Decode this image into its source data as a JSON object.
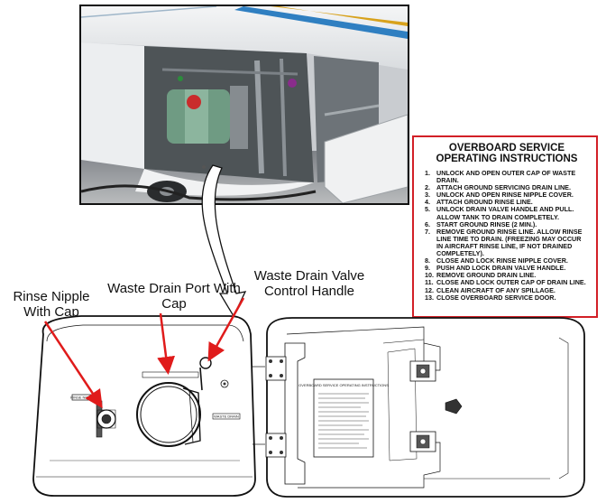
{
  "callouts": {
    "rinse_nipple": "Rinse Nipple With Cap",
    "waste_drain_port": "Waste Drain Port With Cap",
    "waste_drain_valve": "Waste Drain Valve Control Handle"
  },
  "instructions": {
    "title_line1": "OVERBOARD SERVICE",
    "title_line2": "OPERATING INSTRUCTIONS",
    "steps": [
      {
        "num": "1.",
        "text": "UNLOCK AND OPEN OUTER CAP OF WASTE DRAIN."
      },
      {
        "num": "2.",
        "text": "ATTACH GROUND SERVICING DRAIN LINE."
      },
      {
        "num": "3.",
        "text": "UNLOCK AND OPEN RINSE NIPPLE COVER."
      },
      {
        "num": "4.",
        "text": "ATTACH GROUND RINSE LINE."
      },
      {
        "num": "5.",
        "text": "UNLOCK DRAIN VALVE HANDLE AND PULL. ALLOW TANK TO DRAIN COMPLETELY."
      },
      {
        "num": "6.",
        "text": "START GROUND RINSE (2 MIN.)."
      },
      {
        "num": "7.",
        "text": "REMOVE GROUND RINSE LINE. ALLOW RINSE LINE TIME TO DRAIN. (FREEZING MAY OCCUR IN AIRCRAFT RINSE LINE, IF NOT DRAINED COMPLETELY)."
      },
      {
        "num": "8.",
        "text": "CLOSE AND LOCK RINSE NIPPLE COVER."
      },
      {
        "num": "9.",
        "text": "PUSH AND LOCK DRAIN VALVE HANDLE."
      },
      {
        "num": "10.",
        "text": "REMOVE GROUND DRAIN LINE."
      },
      {
        "num": "11.",
        "text": "CLOSE AND LOCK OUTER CAP OF DRAIN LINE."
      },
      {
        "num": "12.",
        "text": "CLEAN AIRCRAFT OF ANY SPILLAGE."
      },
      {
        "num": "13.",
        "text": "CLOSE OVERBOARD SERVICE DOOR."
      }
    ]
  },
  "panel_labels": {
    "rinse_placard": "RINSE NIPPLE",
    "waste_placard": "WASTE DRAIN",
    "door_placard_title": "OVERBOARD SERVICE OPERATING INSTRUCTIONS"
  },
  "colors": {
    "callout_arrow": "#e01b1b",
    "box_border": "#d21f26"
  }
}
